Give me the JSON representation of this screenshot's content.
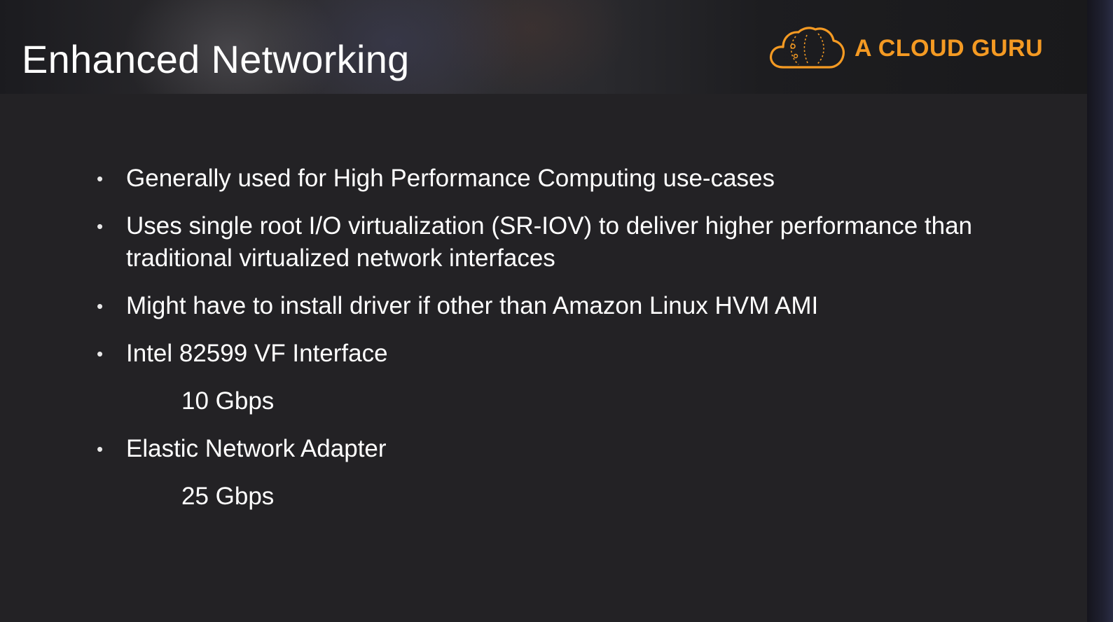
{
  "slide": {
    "title": "Enhanced Networking",
    "brand": {
      "name": "A CLOUD GURU",
      "logo_icon": "cloud-icon",
      "color": "#f49a23"
    },
    "bullets": [
      {
        "text": "Generally used for High Performance Computing use-cases",
        "level": 0
      },
      {
        "text": "Uses single root I/O virtualization (SR-IOV) to deliver higher performance than traditional virtualized network interfaces",
        "level": 0
      },
      {
        "text": "Might have to install driver if other than Amazon Linux HVM AMI",
        "level": 0
      },
      {
        "text": "Intel 82599 VF Interface",
        "level": 0
      },
      {
        "text": "10 Gbps",
        "level": 1
      },
      {
        "text": "Elastic Network Adapter",
        "level": 0
      },
      {
        "text": "25 Gbps",
        "level": 1
      }
    ]
  }
}
